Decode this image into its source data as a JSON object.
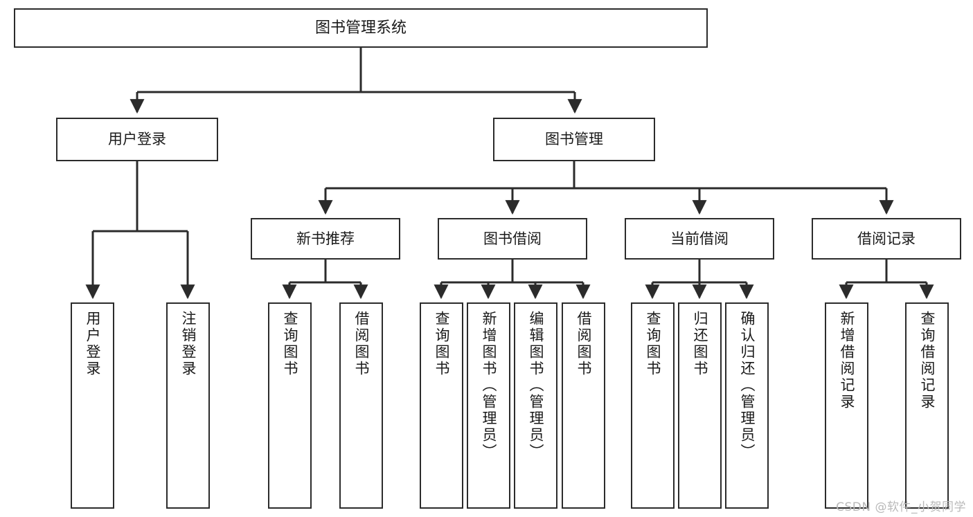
{
  "diagram": {
    "title": "图书管理系统",
    "type": "hierarchy-tree",
    "watermark": "CSDN @软件_小贺同学",
    "colors": {
      "node_border": "#2b2b2b",
      "node_fill": "#ffffff",
      "connector": "#2b2b2b",
      "text": "#1a1a1a",
      "watermark": "#b9b9b9",
      "background": "#ffffff"
    },
    "nodes": {
      "root": {
        "label": "图书管理系统"
      },
      "level2": [
        {
          "label": "用户登录"
        },
        {
          "label": "图书管理"
        }
      ],
      "level3": [
        {
          "label": "新书推荐"
        },
        {
          "label": "图书借阅"
        },
        {
          "label": "当前借阅"
        },
        {
          "label": "借阅记录"
        }
      ],
      "leaves_user_login": [
        {
          "label": "用户登录"
        },
        {
          "label": "注销登录"
        }
      ],
      "leaves_new_book": [
        {
          "label": "查询图书"
        },
        {
          "label": "借阅图书"
        }
      ],
      "leaves_borrow": [
        {
          "label": "查询图书"
        },
        {
          "label": "新增图书（管理员）"
        },
        {
          "label": "编辑图书（管理员）"
        },
        {
          "label": "借阅图书"
        }
      ],
      "leaves_current": [
        {
          "label": "查询图书"
        },
        {
          "label": "归还图书"
        },
        {
          "label": "确认归还（管理员）"
        }
      ],
      "leaves_records": [
        {
          "label": "新增借阅记录"
        },
        {
          "label": "查询借阅记录"
        }
      ]
    }
  }
}
